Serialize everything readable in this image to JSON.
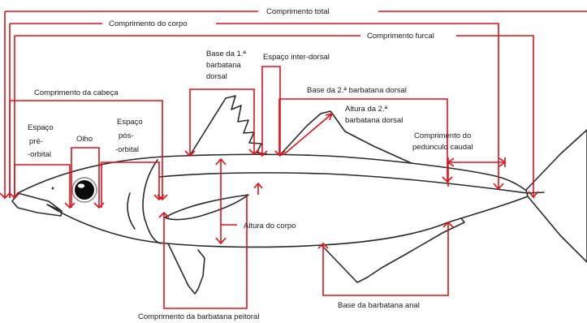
{
  "labels": {
    "comprimento_total": "Comprimento total",
    "comprimento_corpo": "Comprimento do corpo",
    "comprimento_furcal": "Comprimento furcal",
    "base_1_dorsal_l1": "Base da 1.ª",
    "base_1_dorsal_l2": "barbatana",
    "base_1_dorsal_l3": "dorsal",
    "espaco_inter_dorsal": "Espaço inter-dorsal",
    "base_2_dorsal": "Base da 2.ª barbatana dorsal",
    "altura_2_dorsal_l1": "Altura da 2.ª",
    "altura_2_dorsal_l2": "barbatana dorsal",
    "comprimento_cabeca": "Comprimento da cabeça",
    "espaco_pre_orbital_l1": "Espaço",
    "espaco_pre_orbital_l2": "pré-",
    "espaco_pre_orbital_l3": "-orbital",
    "olho": "Olho",
    "espaco_pos_orbital_l1": "Espaço",
    "espaco_pos_orbital_l2": "pós-",
    "espaco_pos_orbital_l3": "-orbital",
    "pedunculo_l1": "Comprimento do",
    "pedunculo_l2": "pedúnculo caudal",
    "altura_corpo": "Altura do corpo",
    "base_anal": "Base da barbatana anal",
    "comprimento_peitoral": "Comprimento da barbatana peitoral"
  },
  "colors": {
    "measure_lines": "#d8141c",
    "fish_outline": "#2a2a2a",
    "text": "#1a1a1a"
  }
}
